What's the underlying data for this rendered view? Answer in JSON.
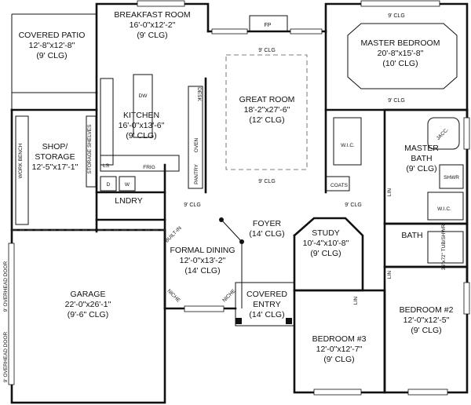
{
  "rooms": [
    {
      "id": "covered-patio",
      "lines": [
        "COVERED PATIO",
        "12'-8\"x12'-8\"",
        "(9' CLG)"
      ]
    },
    {
      "id": "breakfast-room",
      "lines": [
        "BREAKFAST ROOM",
        "16'-0\"x12'-2\"",
        "(9' CLG)"
      ]
    },
    {
      "id": "master-bedroom",
      "lines": [
        "MASTER BEDROOM",
        "20'-8\"x15'-8\"",
        "(10' CLG)"
      ]
    },
    {
      "id": "great-room",
      "lines": [
        "GREAT ROOM",
        "18'-2\"x27'-6\"",
        "(12' CLG)"
      ]
    },
    {
      "id": "kitchen",
      "lines": [
        "KITCHEN",
        "16'-0\"x13'-6\"",
        "(9' CLG)"
      ]
    },
    {
      "id": "shop-storage",
      "lines": [
        "SHOP/",
        "STORAGE",
        "12'-5\"x17'-1\""
      ]
    },
    {
      "id": "master-bath",
      "lines": [
        "MASTER",
        "BATH",
        "(9' CLG)"
      ]
    },
    {
      "id": "foyer",
      "lines": [
        "FOYER",
        "(14' CLG)"
      ]
    },
    {
      "id": "study",
      "lines": [
        "STUDY",
        "10'-4\"x10'-8\"",
        "(9' CLG)"
      ]
    },
    {
      "id": "formal-dining",
      "lines": [
        "FORMAL DINING",
        "12'-0\"x13'-2\"",
        "(14' CLG)"
      ]
    },
    {
      "id": "garage",
      "lines": [
        "GARAGE",
        "22'-0\"x26'-1\"",
        "(9'-6\" CLG)"
      ]
    },
    {
      "id": "covered-entry",
      "lines": [
        "COVERED",
        "ENTRY",
        "(14' CLG)"
      ]
    },
    {
      "id": "bedroom-2",
      "lines": [
        "BEDROOM #2",
        "12'-0\"x12'-5\"",
        "(9' CLG)"
      ]
    },
    {
      "id": "bedroom-3",
      "lines": [
        "BEDROOM #3",
        "12'-0\"x12'-7\"",
        "(9' CLG)"
      ]
    },
    {
      "id": "bath",
      "lines": [
        "BATH"
      ]
    },
    {
      "id": "lndry",
      "lines": [
        "LNDRY"
      ]
    }
  ],
  "labels": {
    "clg_9": "9' CLG",
    "fp": "FP",
    "dw": "DW",
    "desk": "DESK",
    "oven": "OVEN",
    "pantry": "PANTRY",
    "frig": "FRIG",
    "ls": "LS",
    "storage_shelves": "STORAGE SHELVES",
    "work_bench": "WORK BENCH",
    "wic": "W.I.C.",
    "jacc": "JACC.",
    "shwr": "SHWR",
    "lin": "LIN",
    "coats": "COATS",
    "built_in": "BUILT-IN",
    "niche": "NICHE",
    "tub_shwr": "36\"x72\" TUB/SHWR",
    "washer": "W",
    "dryer": "D",
    "overhead_door": "9' OVERHEAD DOOR"
  }
}
